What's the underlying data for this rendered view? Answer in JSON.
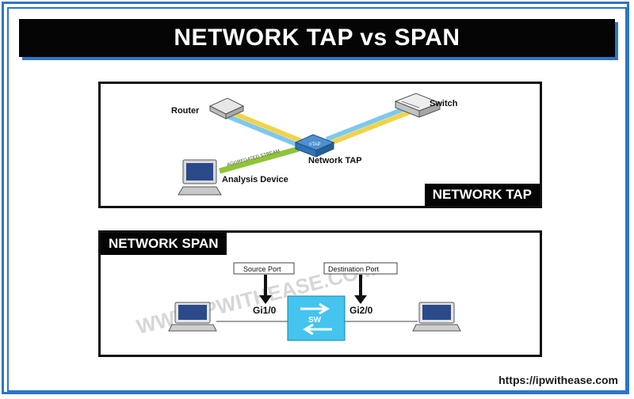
{
  "title": "NETWORK TAP  vs SPAN",
  "tap_panel": {
    "label": "NETWORK TAP",
    "router_label": "Router",
    "switch_label": "Switch",
    "tap_device_label": "Network TAP",
    "analysis_label": "Analysis Device",
    "tap_box_text": "nTAP",
    "aggregated_stream_text": "AGGREGATED STREAM"
  },
  "span_panel": {
    "label": "NETWORK SPAN",
    "source_port_label": "Source Port",
    "destination_port_label": "Destination Port",
    "source_interface": "Gi1/0",
    "destination_interface": "Gi2/0",
    "switch_text": "SW"
  },
  "watermark": "WWW.IPWITHEASE.COM",
  "footer_url": "https://ipwithease.com",
  "colors": {
    "frame": "#2e75c8",
    "title_bg": "#050505",
    "link_yellow": "#f2d24b",
    "link_blue": "#7ec8ec",
    "link_green": "#8fc43a",
    "tap_box": "#2f74b5",
    "sw_box": "#44c4ee"
  }
}
